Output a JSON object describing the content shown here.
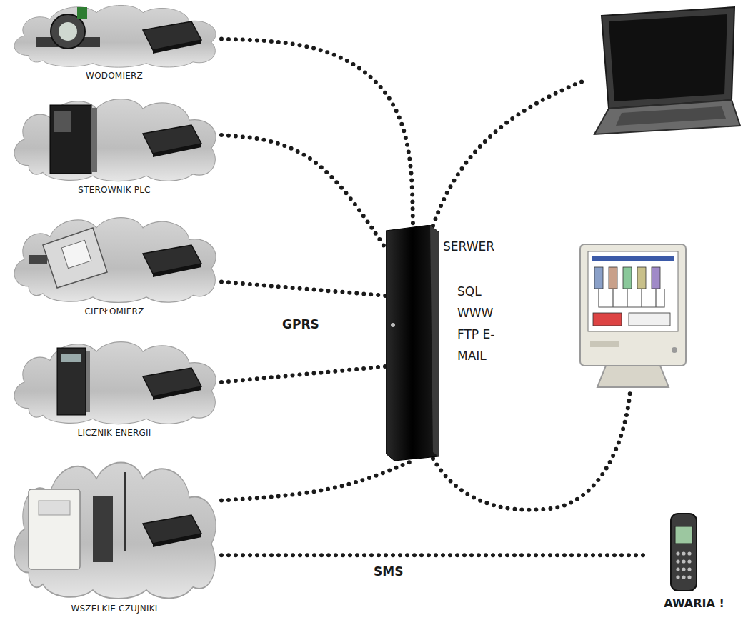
{
  "diagram": {
    "nodes": [
      {
        "text": [
          "WODOMIERZ"
        ]
      },
      {
        "text": [
          "STEROWNIK PLC"
        ]
      },
      {
        "text": [
          "CIEPŁOMIERZ"
        ]
      },
      {
        "text": [
          "LICZNIK ENERGII"
        ]
      },
      {
        "text": [
          "WSZELKIE CZUJNIKI"
        ]
      },
      {
        "text": [
          "SERWER",
          "SQL WWW FTP E-MAIL"
        ]
      },
      {
        "text": [
          "AWARIA !"
        ]
      }
    ],
    "edges": [
      {
        "from": 0,
        "to": 5,
        "arrow": "none"
      },
      {
        "from": 1,
        "to": 5,
        "arrow": "none"
      },
      {
        "from": 2,
        "to": 5,
        "label": "GPRS",
        "arrow": "none"
      },
      {
        "from": 3,
        "to": 5,
        "arrow": "none"
      },
      {
        "from": 4,
        "to": 5,
        "arrow": "none"
      },
      {
        "from": 4,
        "to": 6,
        "label": "SMS",
        "arrow": "none"
      }
    ]
  }
}
